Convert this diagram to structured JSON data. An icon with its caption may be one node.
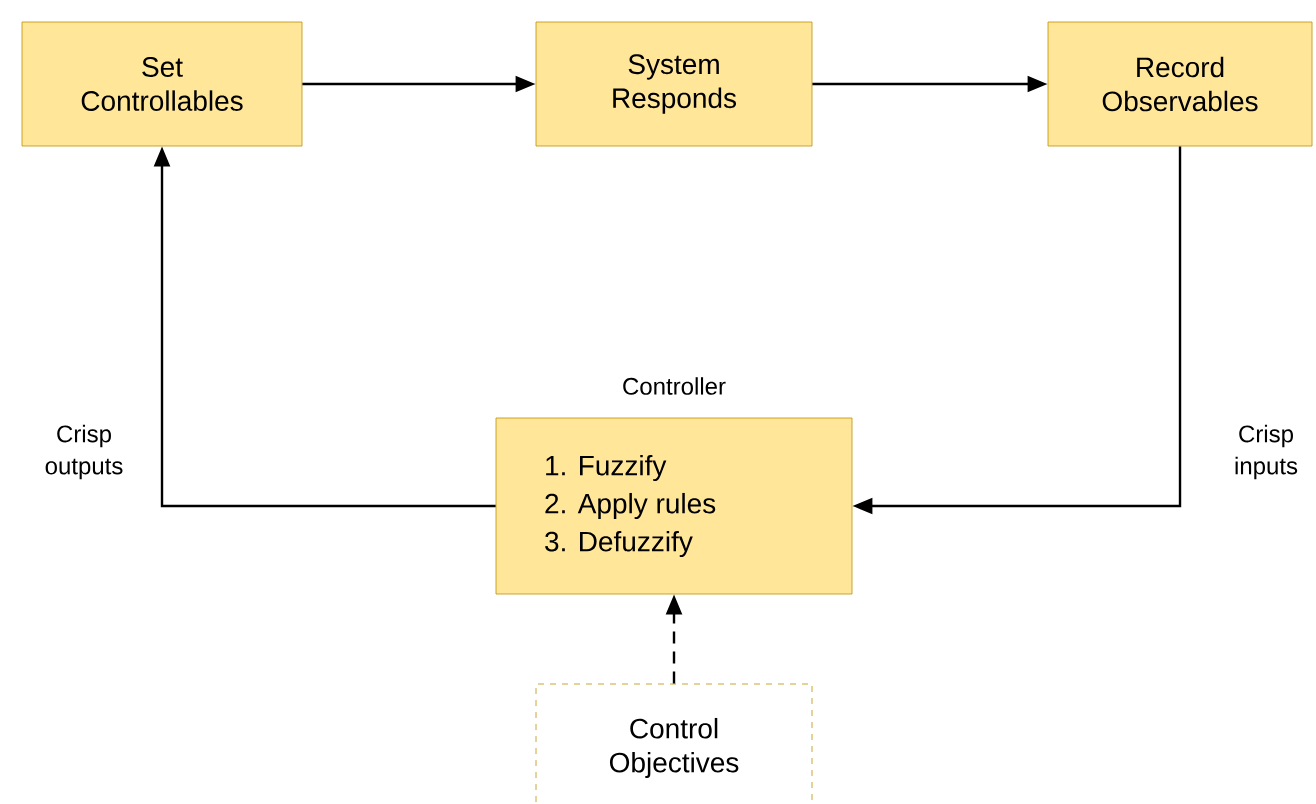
{
  "diagram": {
    "nodes": [
      {
        "text": [
          "Set Controllables"
        ]
      },
      {
        "text": [
          "System Responds"
        ]
      },
      {
        "text": [
          "Record Observables"
        ]
      },
      {
        "text": [
          "Controller",
          "1. Fuzzify",
          "2. Apply rules",
          "3. Defuzzify"
        ]
      },
      {
        "text": [
          "Control Objectives"
        ]
      }
    ],
    "edges": [
      {
        "from": 0,
        "to": 1,
        "arrow": "to"
      },
      {
        "from": 1,
        "to": 2,
        "arrow": "to"
      },
      {
        "from": 2,
        "to": 3,
        "arrow": "to",
        "label": "Crisp inputs"
      },
      {
        "from": 3,
        "to": 0,
        "arrow": "to",
        "label": "Crisp outputs"
      },
      {
        "from": 4,
        "to": 3,
        "arrow": "to",
        "style": "dashed"
      }
    ]
  }
}
